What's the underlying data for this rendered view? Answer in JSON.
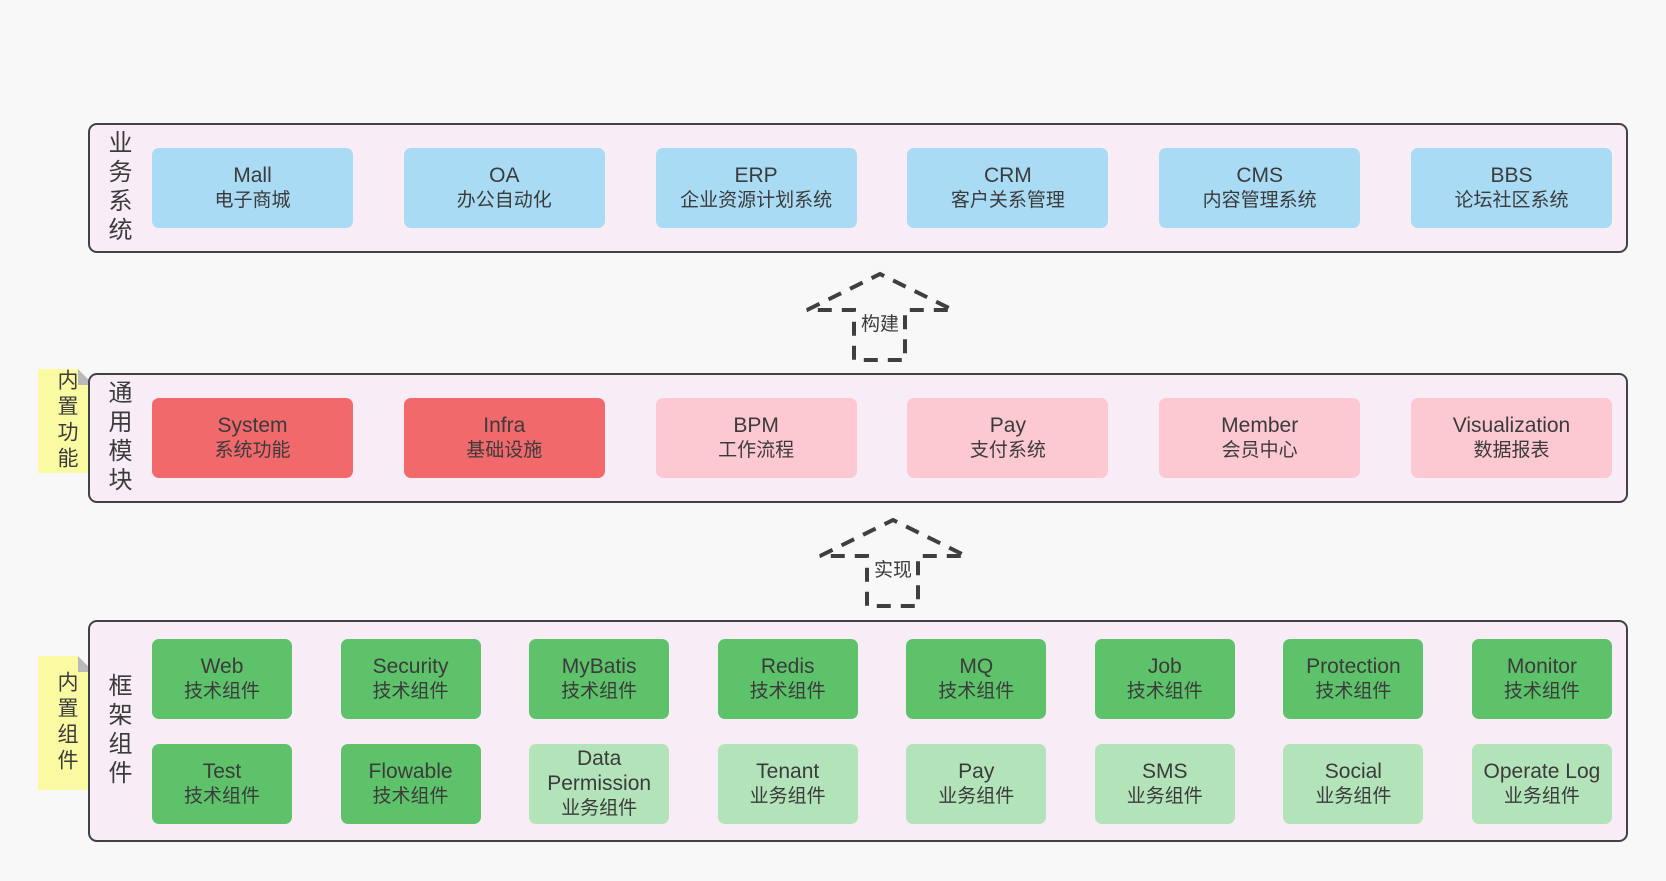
{
  "colors": {
    "blue": "#a9dbf5",
    "red": "#f2696b",
    "pink": "#fcc8d2",
    "green": "#5ec26b",
    "green_light": "#b3e3b9",
    "band_bg": "#f8edf7",
    "band_border": "#424242",
    "sticky_yellow": "#fafaa2",
    "arrow_stroke": "#3f3f3f",
    "page_bg": "#f8f8f8",
    "text": "#3b3b3b"
  },
  "arrows": [
    {
      "label": "构建"
    },
    {
      "label": "实现"
    }
  ],
  "stickies": [
    {
      "label": "内置功能"
    },
    {
      "label": "内置组件"
    }
  ],
  "bands": [
    {
      "title": "业务系统",
      "boxes": [
        {
          "en": "Mall",
          "zh": "电子商城"
        },
        {
          "en": "OA",
          "zh": "办公自动化"
        },
        {
          "en": "ERP",
          "zh": "企业资源计划系统"
        },
        {
          "en": "CRM",
          "zh": "客户关系管理"
        },
        {
          "en": "CMS",
          "zh": "内容管理系统"
        },
        {
          "en": "BBS",
          "zh": "论坛社区系统"
        }
      ]
    },
    {
      "title": "通用模块",
      "boxes": [
        {
          "en": "System",
          "zh": "系统功能"
        },
        {
          "en": "Infra",
          "zh": "基础设施"
        },
        {
          "en": "BPM",
          "zh": "工作流程"
        },
        {
          "en": "Pay",
          "zh": "支付系统"
        },
        {
          "en": "Member",
          "zh": "会员中心"
        },
        {
          "en": "Visualization",
          "zh": "数据报表"
        }
      ]
    },
    {
      "title": "框架组件",
      "rows": [
        [
          {
            "en": "Web",
            "zh": "技术组件"
          },
          {
            "en": "Security",
            "zh": "技术组件"
          },
          {
            "en": "MyBatis",
            "zh": "技术组件"
          },
          {
            "en": "Redis",
            "zh": "技术组件"
          },
          {
            "en": "MQ",
            "zh": "技术组件"
          },
          {
            "en": "Job",
            "zh": "技术组件"
          },
          {
            "en": "Protection",
            "zh": "技术组件"
          },
          {
            "en": "Monitor",
            "zh": "技术组件"
          }
        ],
        [
          {
            "en": "Test",
            "zh": "技术组件"
          },
          {
            "en": "Flowable",
            "zh": "技术组件"
          },
          {
            "en": "Data Permission",
            "zh": "业务组件"
          },
          {
            "en": "Tenant",
            "zh": "业务组件"
          },
          {
            "en": "Pay",
            "zh": "业务组件"
          },
          {
            "en": "SMS",
            "zh": "业务组件"
          },
          {
            "en": "Social",
            "zh": "业务组件"
          },
          {
            "en": "Operate Log",
            "zh": "业务组件"
          }
        ]
      ]
    }
  ]
}
